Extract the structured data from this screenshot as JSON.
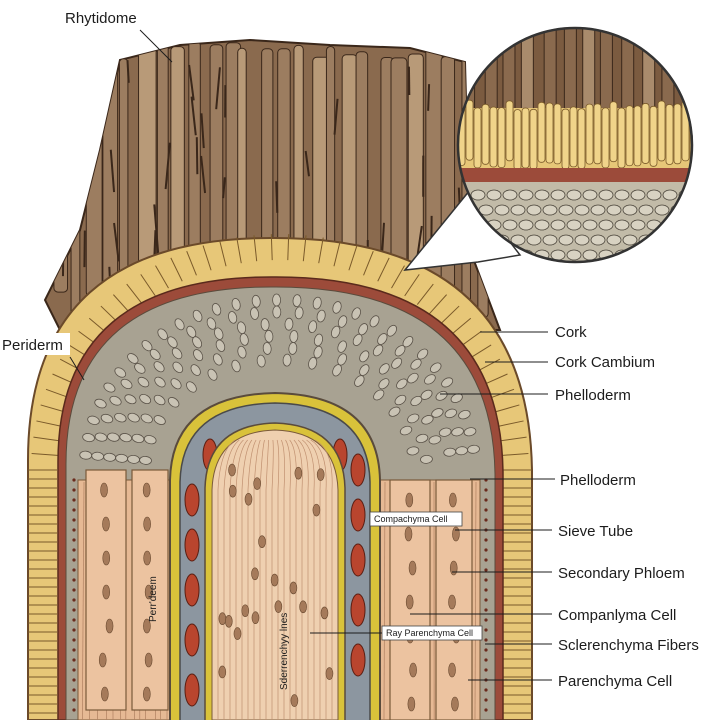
{
  "labels": {
    "rhytidome": "Rhytidome",
    "periderm": "Periderm",
    "cork": "Cork",
    "cork_cambium": "Cork Cambium",
    "phelloderm_upper": "Phelloderm",
    "phelloderm_lower": "Phelloderm",
    "sieve_tube": "Sieve Tube",
    "secondary_phloem": "Secondary Phloem",
    "companlyma_cell": "Companlyma Cell",
    "sclerenchyma_fibers": "Sclerenchyma Fibers",
    "parenchyma_cell": "Parenchyma Cell"
  },
  "inset_labels": {
    "compachyma_cell": "Compachyma Cell",
    "ray_parenchyma_cell": "Ray Parenchyma Cell"
  },
  "rotated_labels": {
    "perr_deem": "Perr'deem",
    "sderrenchyy": "Sderrenchyy lnes"
  },
  "colors": {
    "bark_dark": "#4a3322",
    "bark_mid": "#8a6a4e",
    "bark_light": "#b89a78",
    "cork_yellow": "#e7c778",
    "cambium_red": "#9c4b3a",
    "phelloderm_gray": "#9e9a8c",
    "wood_tan": "#e6b994",
    "accent_yellow": "#d9c23a",
    "cell_red": "#b9452e",
    "cell_blue": "#8c96a0"
  }
}
